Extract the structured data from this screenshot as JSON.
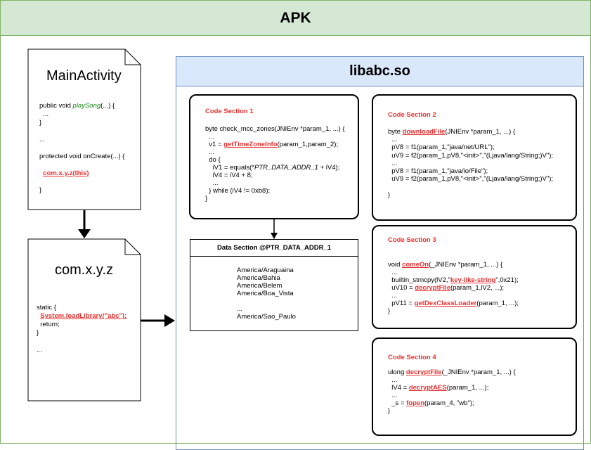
{
  "apk": {
    "title": "APK"
  },
  "lib": {
    "title": "libabc.so"
  },
  "main_activity": {
    "title": "MainActivity",
    "line1_pre": "public void ",
    "line1_method": "playSong",
    "line1_post": "(...) {",
    "line2": "  ...",
    "line3": "}",
    "line4": "...",
    "line5": "protected void onCreate(...) {",
    "line6": "com.x.y.z(this)",
    "line7": "}"
  },
  "comxyz": {
    "title": "com.x.y.z",
    "line1": "static {",
    "line2": "System.loadLibrary(\"abc\");",
    "line3": "  return;",
    "line4": "}",
    "line5": "..."
  },
  "code1": {
    "title": "Code Section 1",
    "l1": "byte check_mcc_zones(JNIEnv *param_1, ...) {",
    "l2": "  ...",
    "l3_pre": "  v1 = ",
    "l3_fn": "getTimeZoneInfo",
    "l3_post": "(param_1,param_2);",
    "l4": "  ...",
    "l5": "  do {",
    "l6_pre": "    iV1 = equals(*",
    "l6_ital": "PTR_DATA_ADDR_1",
    "l6_post": " + iV4);",
    "l7": "    iV4 = iV4 + 8;",
    "l8": "    ...",
    "l9": "  } while (iV4 != 0xb8);",
    "l10": "}"
  },
  "data_section": {
    "title": "Data Section @PTR_DATA_ADDR_1",
    "items": [
      "America/Araguaina",
      "America/Bahia",
      "America/Belem",
      "America/Boa_Vista",
      "",
      "...",
      "America/Sao_Paulo"
    ]
  },
  "code2": {
    "title": "Code Section 2",
    "l1_pre": "byte ",
    "l1_fn": "downloadFile",
    "l1_post": "(JNIEnv *param_1, ...) {",
    "l2": "  ...",
    "l3": "  pV8 = f1(param_1,\"java/net/URL\");",
    "l4": "  uV9 = f2(param_1,pV8,\"<init>\",\"(Ljava/lang/String;)V\");",
    "l5": "  ...",
    "l6": "  pV8 = f1(param_1,\"java/io/File\");",
    "l7": "  uV9 = f2(param_1,pV8,\"<init>\",\"(Ljava/lang/String;)V\");",
    "l8": "",
    "l9": "}"
  },
  "code3": {
    "title": "Code Section 3",
    "l1_pre": "void ",
    "l1_fn": "comeOn",
    "l1_post": "(_JNIEnv *param_1, ...) {",
    "l2": "  ...",
    "l3_pre": "  builtin_strncpy(lV2,\"",
    "l3_fn": "key-like-string",
    "l3_post": "\",0x21);",
    "l4_pre": "  uV10 = ",
    "l4_fn": "decryptFile",
    "l4_post": "(param_1,lV2, ...);",
    "l5": "  ...",
    "l6_pre": "  pV11 = ",
    "l6_fn": "getDexClassLoader",
    "l6_post": "(param_1, ...);",
    "l7": "}"
  },
  "code4": {
    "title": "Code Section 4",
    "l1_pre": "ulong ",
    "l1_fn": "decryptFile",
    "l1_post": "(_JNIEnv *param_1, ...) {",
    "l2": "  ...",
    "l3_pre": "  lV4 = ",
    "l3_fn": "decryptAES",
    "l3_post": "(param_1, ...);",
    "l4": "  ...",
    "l5_pre": "  _s = ",
    "l5_fn": "fopen",
    "l5_post": "(param_4, \"wb\");",
    "l6": "}"
  },
  "colors": {
    "highlight": "#e83030",
    "green_method": "#1a8a1a",
    "apk_fill": "#d5e8d4",
    "lib_fill": "#dae8fc"
  }
}
